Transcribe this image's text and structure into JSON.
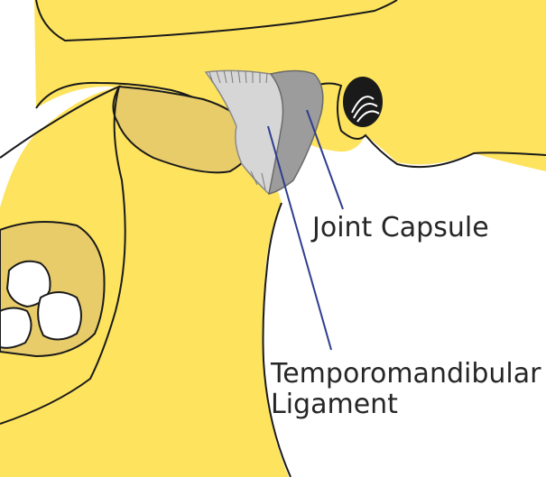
{
  "labels": {
    "joint_capsule": "Joint Capsule",
    "tm_ligament_line1": "Temporomandibular",
    "tm_ligament_line2": "Ligament"
  },
  "colors": {
    "bone": "#fde35e",
    "bone_shadow": "#e8cc6a",
    "outline": "#1a1a1a",
    "ligament_light": "#d6d6d6",
    "ligament_dark": "#9c9c9c",
    "leader_line": "#2f3d8f",
    "tooth": "#ffffff",
    "label_text": "#262626"
  },
  "icons": [
    "ear-canal-icon"
  ]
}
